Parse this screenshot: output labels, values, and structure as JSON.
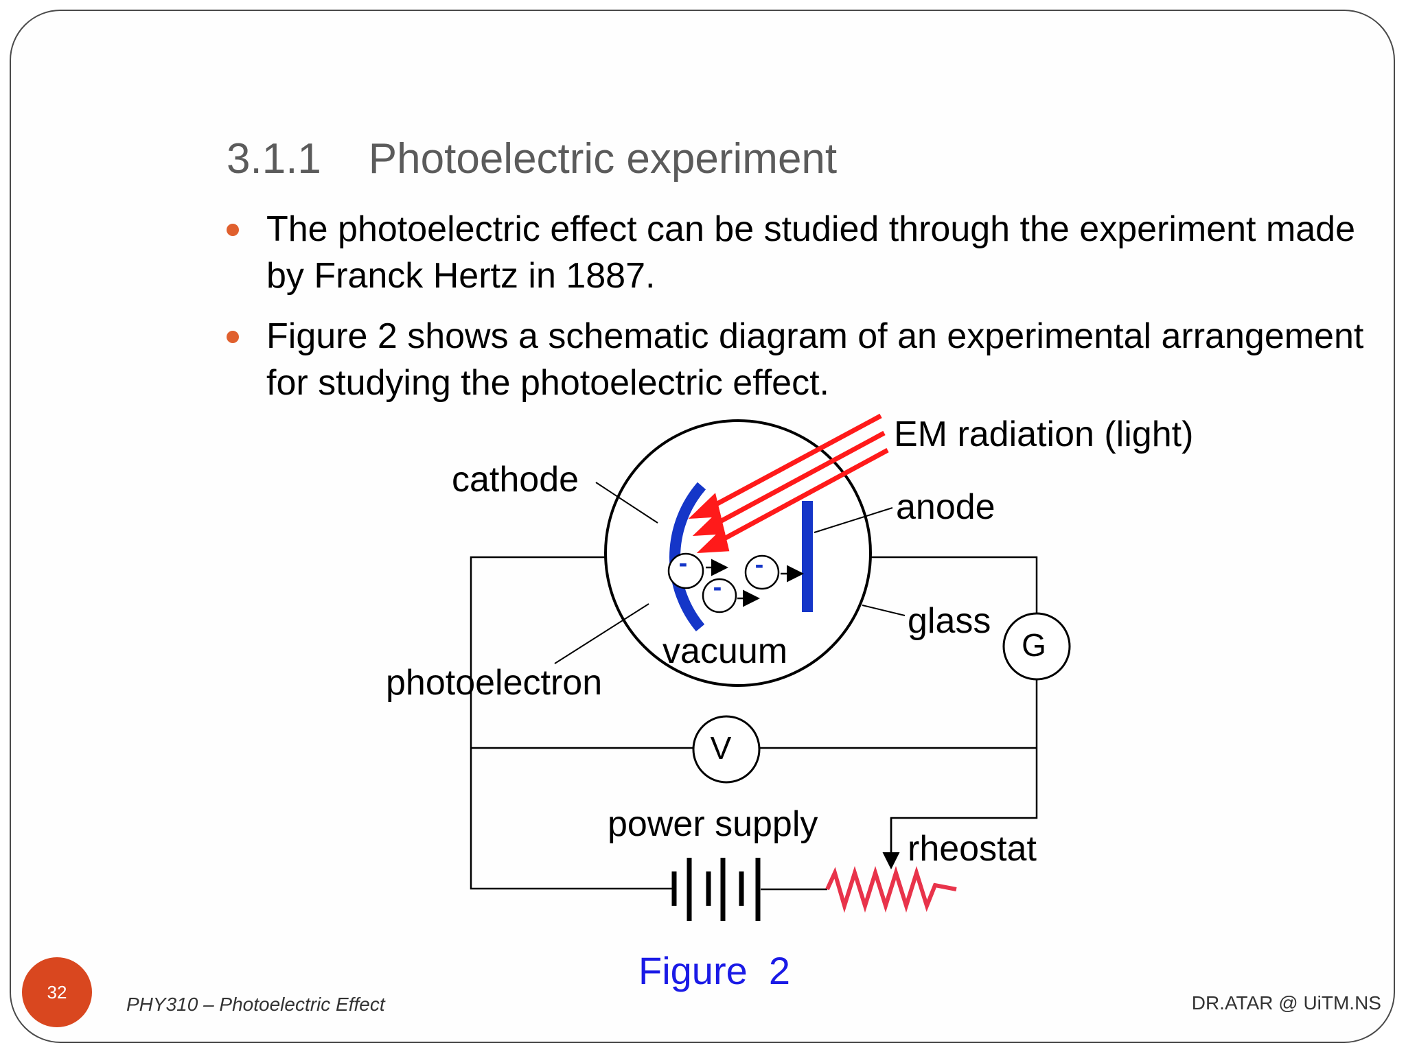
{
  "slide": {
    "title": "3.1.1    Photoelectric experiment",
    "bullets": [
      "The photoelectric effect can be studied  through the experiment made by Franck Hertz in 1887.",
      "Figure 2 shows a schematic diagram of an experimental arrangement for studying the photoelectric effect."
    ],
    "bullet_color": "#e0602e"
  },
  "diagram": {
    "labels": {
      "cathode": "cathode",
      "anode": "anode",
      "em_radiation": "EM radiation (light)",
      "glass": "glass",
      "vacuum": "vacuum",
      "photoelectron": "photoelectron",
      "galvanometer": "G",
      "voltmeter": "V",
      "power_supply": "power supply",
      "rheostat": "rheostat",
      "electron_sign": "-"
    },
    "colors": {
      "electrode": "#1536c8",
      "light_ray": "#ff1a1a",
      "resistor": "#e8334a",
      "wire": "#000000"
    }
  },
  "figure": {
    "caption": "Figure  2",
    "caption_color": "#1a1ae6"
  },
  "footer": {
    "page_number": "32",
    "course": "PHY310 – Photoelectric Effect",
    "author": "DR.ATAR @ UiTM.NS",
    "badge_color": "#d9471f"
  }
}
